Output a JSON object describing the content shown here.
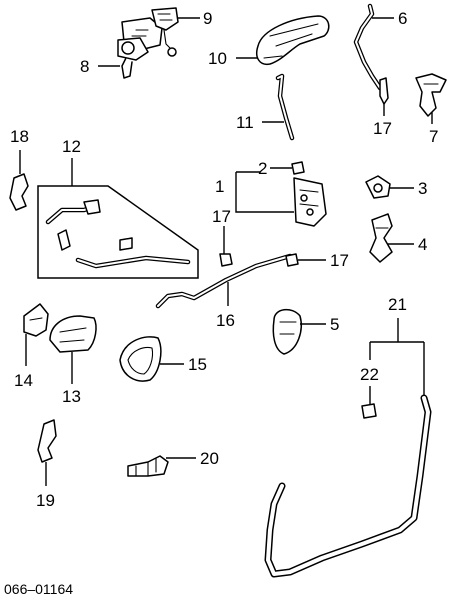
{
  "diagram": {
    "callouts": {
      "c1": "1",
      "c2": "2",
      "c3": "3",
      "c4": "4",
      "c5": "5",
      "c6": "6",
      "c7": "7",
      "c8": "8",
      "c9": "9",
      "c10": "10",
      "c11": "11",
      "c12": "12",
      "c13": "13",
      "c14": "14",
      "c15": "15",
      "c16": "16",
      "c17a": "17",
      "c17b": "17",
      "c17c": "17",
      "c18": "18",
      "c19": "19",
      "c20": "20",
      "c21": "21",
      "c22": "22"
    },
    "drawing_code": "066–01164"
  }
}
